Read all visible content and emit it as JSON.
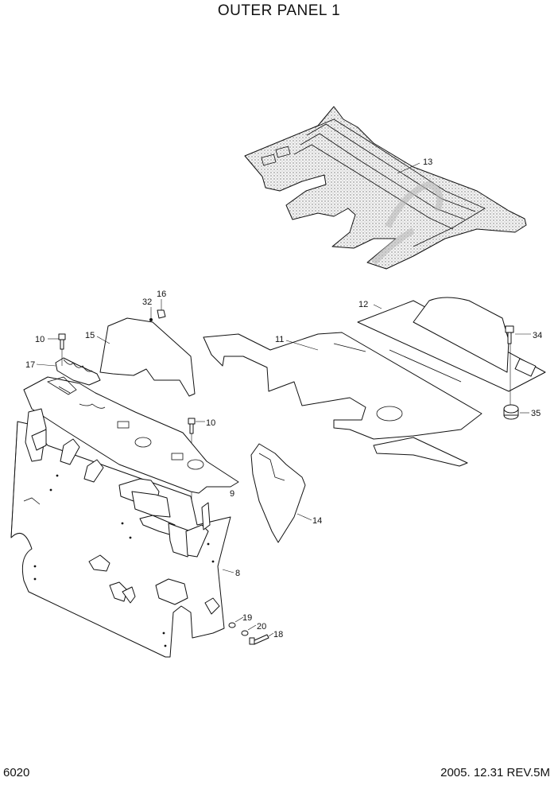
{
  "title": "OUTER PANEL 1",
  "page_number": "6020",
  "revision": "2005. 12.31  REV.5M",
  "callouts": [
    "13",
    "32",
    "16",
    "12",
    "10",
    "15",
    "11",
    "34",
    "17",
    "10",
    "35",
    "9",
    "14",
    "8",
    "19",
    "20",
    "18"
  ]
}
